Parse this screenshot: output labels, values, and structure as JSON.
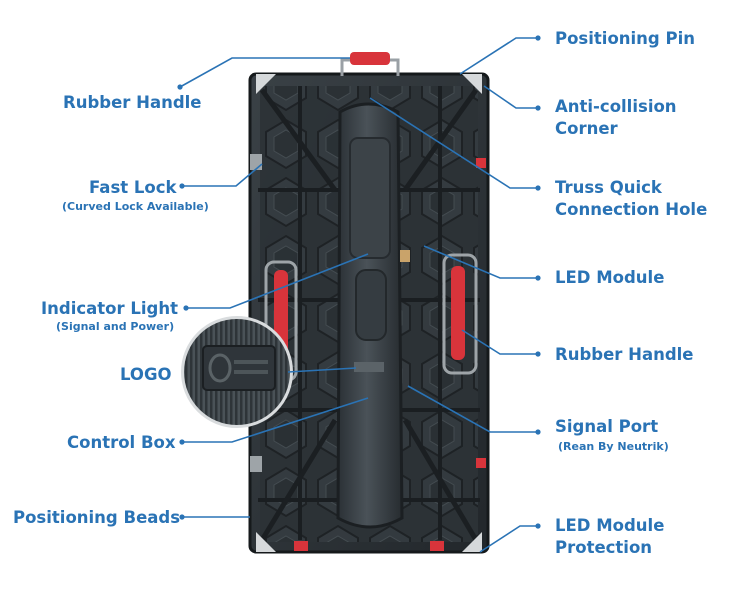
{
  "colors": {
    "label": "#2a73b5",
    "leader_line": "#2a73b5",
    "handle_red": "#d8343b",
    "panel_dark": "#2b3034",
    "panel_mid": "#3b4247"
  },
  "labels": {
    "rubber_handle_top": "Rubber Handle",
    "fast_lock": "Fast Lock",
    "fast_lock_sub": "(Curved Lock Available)",
    "indicator_light": "Indicator Light",
    "indicator_light_sub": "(Signal and Power)",
    "logo": "LOGO",
    "control_box": "Control Box",
    "positioning_beads": "Positioning Beads",
    "positioning_pin": "Positioning Pin",
    "anti_collision_1": "Anti-collision",
    "anti_collision_2": "Corner",
    "truss_1": "Truss Quick",
    "truss_2": "Connection Hole",
    "led_module": "LED Module",
    "rubber_handle_right": "Rubber Handle",
    "signal_port": "Signal Port",
    "signal_port_sub": "(Rean By Neutrik)",
    "led_protection_1": "LED Module",
    "led_protection_2": "Protection"
  },
  "icons": {
    "logo_badge": "brand-logo-icon"
  }
}
